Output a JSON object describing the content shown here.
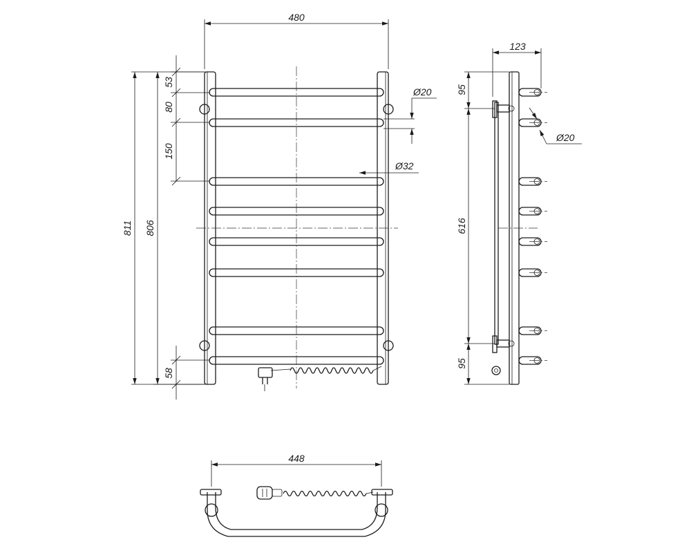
{
  "front_view": {
    "width_label": "480",
    "top_offset_label": "53",
    "rail_pitch_top_label": "80",
    "rail_pitch_mid_label": "150",
    "bottom_offset_label": "58",
    "overall_height_label": "811",
    "rail_height_label": "806",
    "rail_diameter_label": "Ø20",
    "post_diameter_label": "Ø32"
  },
  "side_view": {
    "depth_label": "123",
    "top_mount_label": "95",
    "mount_span_label": "616",
    "bottom_mount_label": "95",
    "rail_diameter_label": "Ø20"
  },
  "bottom_view": {
    "width_label": "448"
  }
}
